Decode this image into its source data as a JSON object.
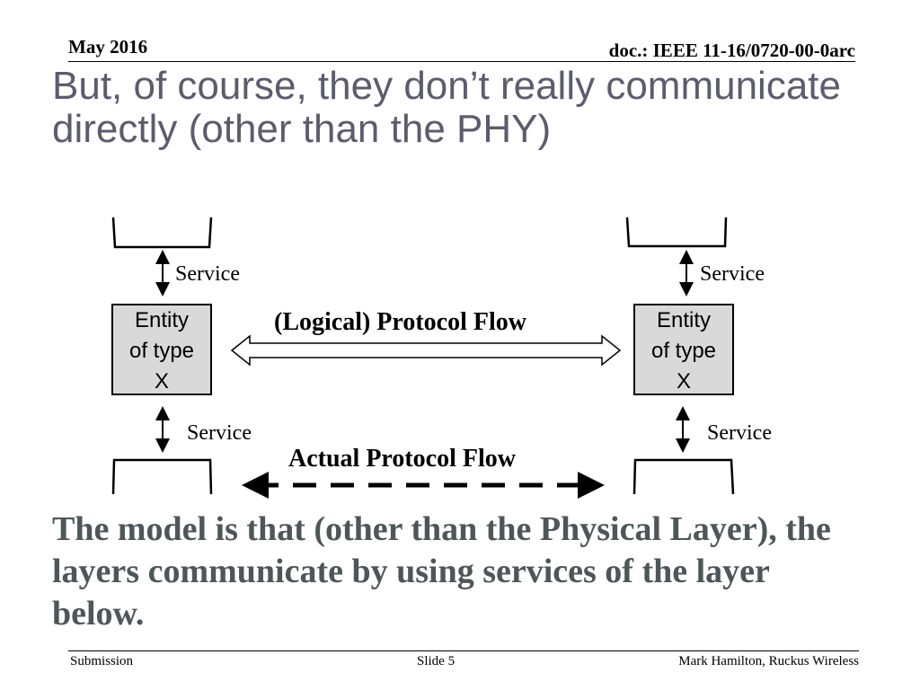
{
  "header": {
    "date": "May 2016",
    "doc_id": "doc.: IEEE 11-16/0720-00-0arc"
  },
  "title": "But, of course, they don’t really communicate directly (other than the PHY)",
  "diagram": {
    "service_labels": [
      "Service",
      "Service",
      "Service",
      "Service"
    ],
    "entity_left": [
      "Entity",
      "of type",
      "X"
    ],
    "entity_right": [
      "Entity",
      "of type",
      "X"
    ],
    "logical_flow_label": "(Logical) Protocol Flow",
    "actual_flow_label": "Actual Protocol Flow"
  },
  "body_text": "The model is that (other than the Physical Layer), the layers communicate by using services of the layer below.",
  "footer": {
    "left": "Submission",
    "center": "Slide 5",
    "right": "Mark Hamilton, Ruckus Wireless"
  }
}
